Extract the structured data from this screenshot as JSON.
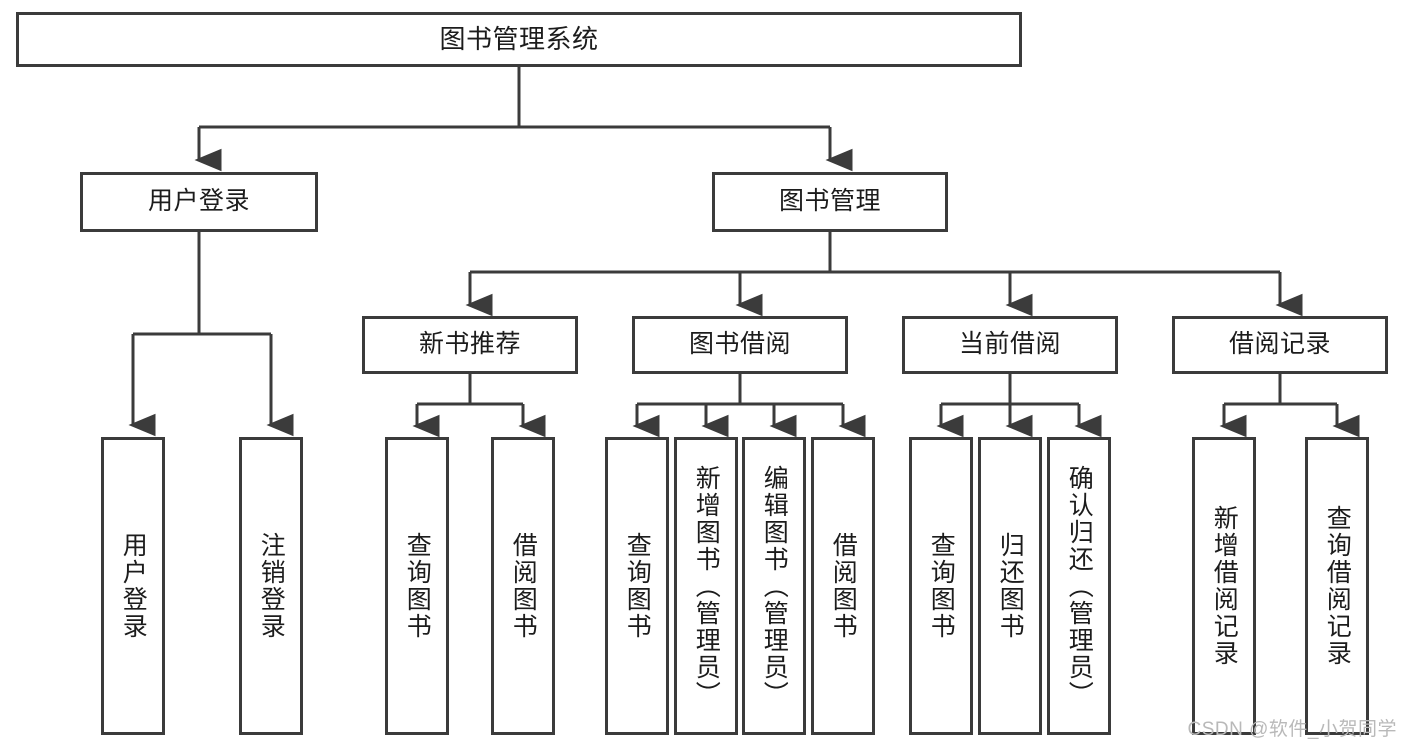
{
  "diagram": {
    "type": "tree-hierarchy-chart",
    "title_node": {
      "label": "图书管理系统"
    },
    "level2": [
      {
        "id": "user-login",
        "label": "用户登录"
      },
      {
        "id": "book-management",
        "label": "图书管理"
      }
    ],
    "level3": [
      {
        "id": "new-book-recommend",
        "label": "新书推荐",
        "parent": "book-management"
      },
      {
        "id": "book-borrow",
        "label": "图书借阅",
        "parent": "book-management"
      },
      {
        "id": "current-borrow",
        "label": "当前借阅",
        "parent": "book-management"
      },
      {
        "id": "borrow-record",
        "label": "借阅记录",
        "parent": "book-management"
      }
    ],
    "leaves": [
      {
        "id": "leaf-user-login",
        "label": "用户登录",
        "parent": "user-login"
      },
      {
        "id": "leaf-logout",
        "label": "注销登录",
        "parent": "user-login"
      },
      {
        "id": "leaf-query-book-1",
        "label": "查询图书",
        "parent": "new-book-recommend"
      },
      {
        "id": "leaf-borrow-book-1",
        "label": "借阅图书",
        "parent": "new-book-recommend"
      },
      {
        "id": "leaf-query-book-2",
        "label": "查询图书",
        "parent": "book-borrow"
      },
      {
        "id": "leaf-add-book",
        "label": "新增图书（管理员）",
        "parent": "book-borrow"
      },
      {
        "id": "leaf-edit-book",
        "label": "编辑图书（管理员）",
        "parent": "book-borrow"
      },
      {
        "id": "leaf-borrow-book-2",
        "label": "借阅图书",
        "parent": "book-borrow"
      },
      {
        "id": "leaf-query-book-3",
        "label": "查询图书",
        "parent": "current-borrow"
      },
      {
        "id": "leaf-return-book",
        "label": "归还图书",
        "parent": "current-borrow"
      },
      {
        "id": "leaf-confirm-return",
        "label": "确认归还（管理员）",
        "parent": "current-borrow"
      },
      {
        "id": "leaf-add-record",
        "label": "新增借阅记录",
        "parent": "borrow-record"
      },
      {
        "id": "leaf-query-record",
        "label": "查询借阅记录",
        "parent": "borrow-record"
      }
    ],
    "colors": {
      "stroke": "#3b3b3b",
      "fill": "#ffffff",
      "text": "#1c1c1c",
      "watermark": "#b9b9b9"
    }
  },
  "watermark": {
    "text": "CSDN @软件_小贺同学"
  }
}
